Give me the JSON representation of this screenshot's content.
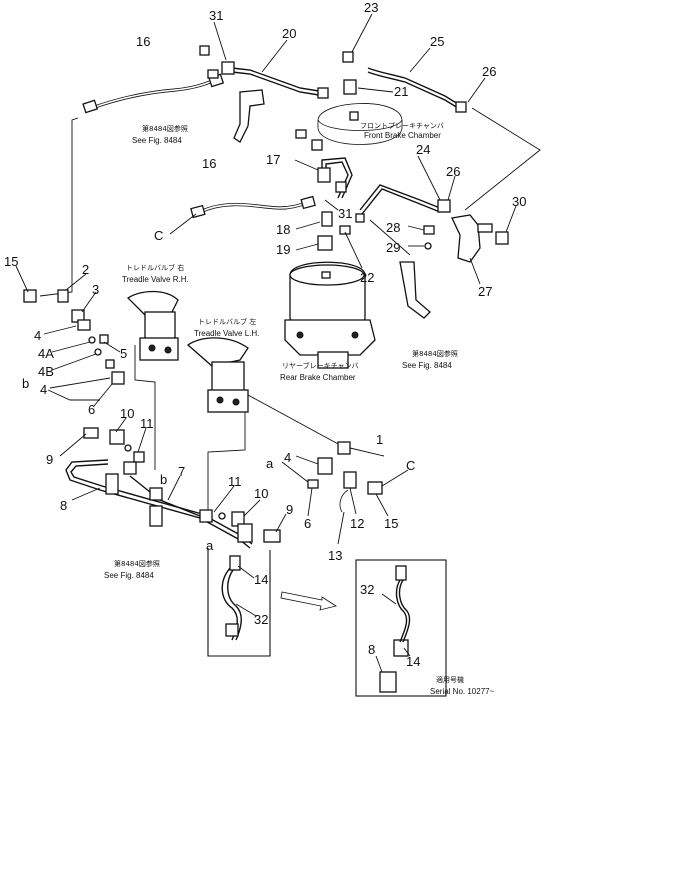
{
  "parts": {
    "p1": "1",
    "p2": "2",
    "p3": "3",
    "p4a": "4",
    "p4A": "4A",
    "p4B": "4B",
    "p4b": "4",
    "p4c": "4",
    "p5": "5",
    "p6a": "6",
    "p6b": "6",
    "p7": "7",
    "p8a": "8",
    "p8b": "8",
    "p9a": "9",
    "p9b": "9",
    "p10a": "10",
    "p10b": "10",
    "p11a": "11",
    "p11b": "11",
    "p12": "12",
    "p13": "13",
    "p14a": "14",
    "p14b": "14",
    "p15a": "15",
    "p15b": "15",
    "p16a": "16",
    "p16b": "16",
    "p17": "17",
    "p18": "18",
    "p19": "19",
    "p20": "20",
    "p21": "21",
    "p22": "22",
    "p23": "23",
    "p24": "24",
    "p25": "25",
    "p26a": "26",
    "p26b": "26",
    "p27": "27",
    "p28": "28",
    "p29": "29",
    "p30": "30",
    "p31a": "31",
    "p31b": "31",
    "p32a": "32",
    "p32b": "32"
  },
  "connectors": {
    "a1": "a",
    "a2": "a",
    "b1": "b",
    "b2": "b",
    "C1": "C",
    "C2": "C"
  },
  "labels": {
    "ref1_jp": "第8484図参照",
    "ref1_en": "See Fig. 8484",
    "ref2_jp": "第8484図参照",
    "ref2_en": "See Fig. 8484",
    "ref3_jp": "第8484図参照",
    "ref3_en": "See Fig. 8484",
    "front_chamber_jp": "フロントブレーキチャンバ",
    "front_chamber_en": "Front  Brake  Chamber",
    "rear_chamber_jp": "リヤーブレーキチャンバ",
    "rear_chamber_en": "Rear  Brake  Chamber",
    "treadle_rh_jp": "トレドルバルブ  右",
    "treadle_rh_en": "Treadle  Valve  R.H.",
    "treadle_lh_jp": "トレドルバルブ  左",
    "treadle_lh_en": "Treadle  Valve  L.H.",
    "serial_jp": "適用号機",
    "serial_en": "Serial  No.  10277~"
  }
}
